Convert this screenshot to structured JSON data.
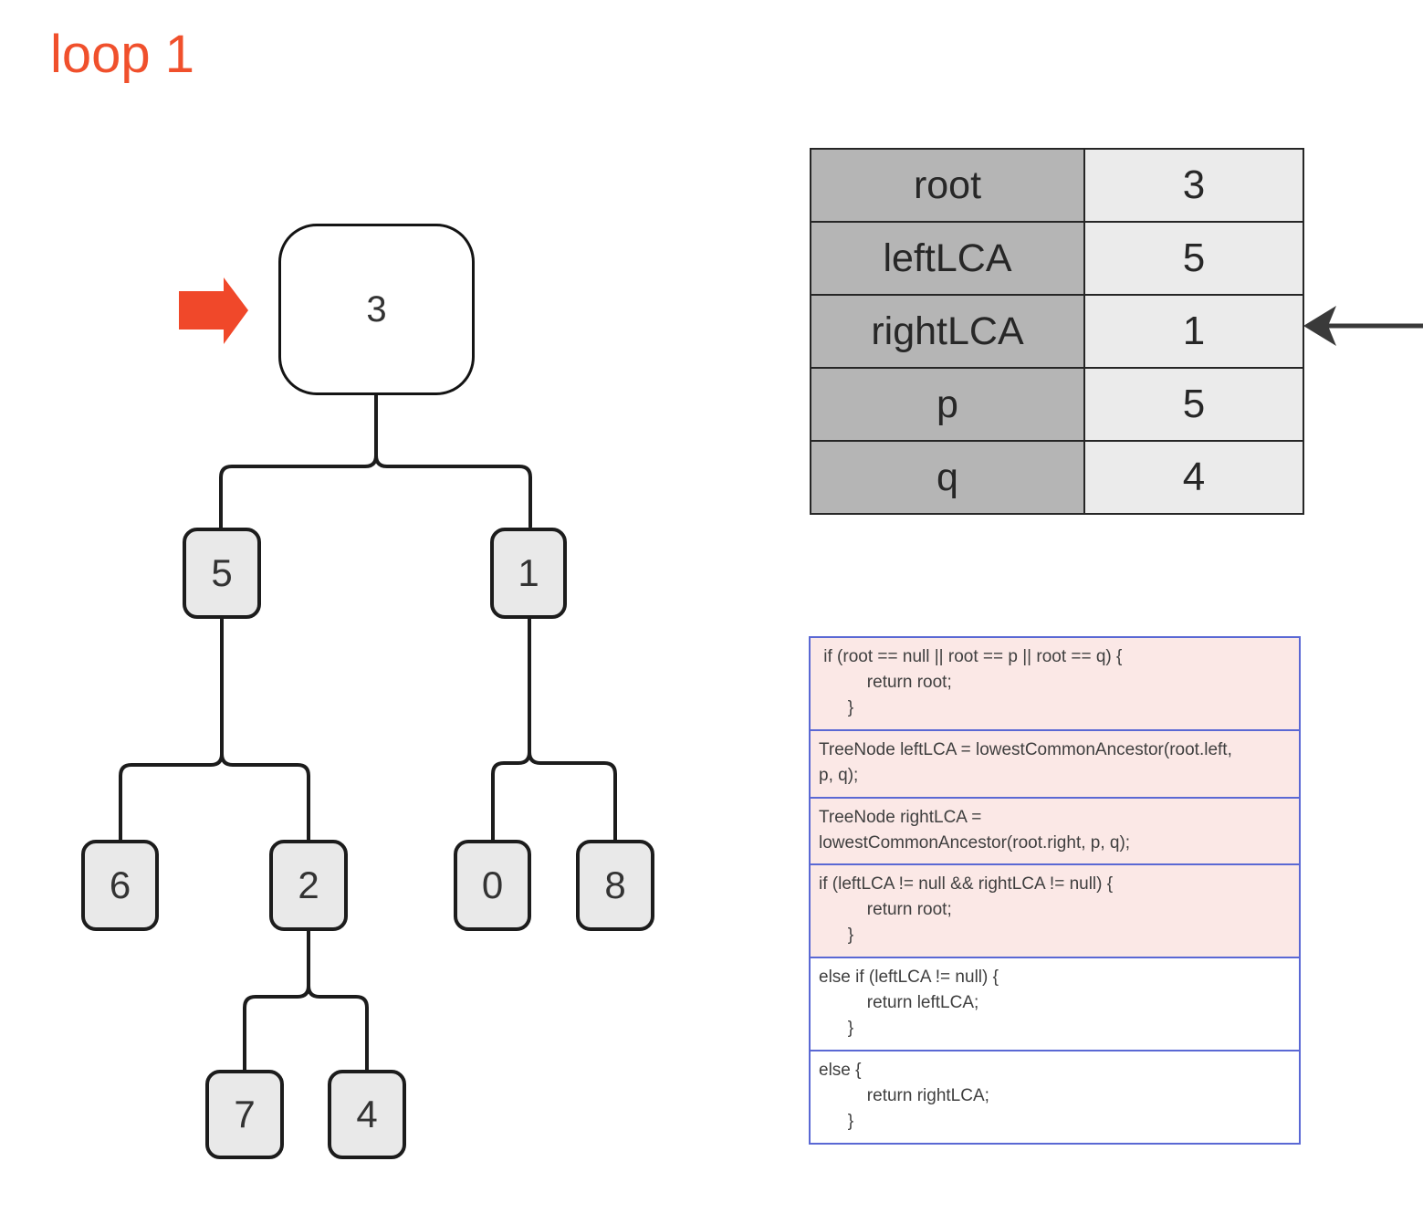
{
  "title": "loop 1",
  "colors": {
    "accent_red": "#f0502c",
    "node_fill": "#e9e9e9",
    "root_node_fill": "#ffffff",
    "edge_stroke": "#1c1c1c",
    "table_name_bg": "#b5b5b5",
    "table_value_bg": "#ebebeb",
    "code_highlight_bg": "#fbe8e6",
    "code_border_blue": "#5a68d4",
    "pointer_arrow_dark": "#3a3a3a"
  },
  "icons": {
    "current_node_arrow": "red-right-arrow",
    "table_row_arrow": "black-left-arrow"
  },
  "tree": {
    "nodes": [
      {
        "id": "root",
        "value": "3",
        "current": true
      },
      {
        "id": "n5",
        "value": "5"
      },
      {
        "id": "n1",
        "value": "1"
      },
      {
        "id": "n6",
        "value": "6"
      },
      {
        "id": "n2",
        "value": "2"
      },
      {
        "id": "n0",
        "value": "0"
      },
      {
        "id": "n8",
        "value": "8"
      },
      {
        "id": "n7",
        "value": "7"
      },
      {
        "id": "n4",
        "value": "4"
      }
    ],
    "edges": [
      [
        "3",
        "5"
      ],
      [
        "3",
        "1"
      ],
      [
        "5",
        "6"
      ],
      [
        "5",
        "2"
      ],
      [
        "1",
        "0"
      ],
      [
        "1",
        "8"
      ],
      [
        "2",
        "7"
      ],
      [
        "2",
        "4"
      ]
    ]
  },
  "variables_table": {
    "rows": [
      {
        "label": "root",
        "value": "3"
      },
      {
        "label": "leftLCA",
        "value": "5"
      },
      {
        "label": "rightLCA",
        "value": "1",
        "pointed_at": true
      },
      {
        "label": "p",
        "value": "5"
      },
      {
        "label": "q",
        "value": "4"
      }
    ]
  },
  "code": {
    "sections": [
      {
        "highlighted": true,
        "text": " if (root == null || root == p || root == q) {\n          return root;\n      }"
      },
      {
        "highlighted": true,
        "text": "TreeNode leftLCA = lowestCommonAncestor(root.left,\np, q);"
      },
      {
        "highlighted": true,
        "text": "TreeNode rightLCA =\nlowestCommonAncestor(root.right, p, q);"
      },
      {
        "highlighted": true,
        "text": "if (leftLCA != null && rightLCA != null) {\n          return root;\n      }"
      },
      {
        "highlighted": false,
        "text": "else if (leftLCA != null) {\n          return leftLCA;\n      }"
      },
      {
        "highlighted": false,
        "text": "else {\n          return rightLCA;\n      }"
      }
    ]
  }
}
